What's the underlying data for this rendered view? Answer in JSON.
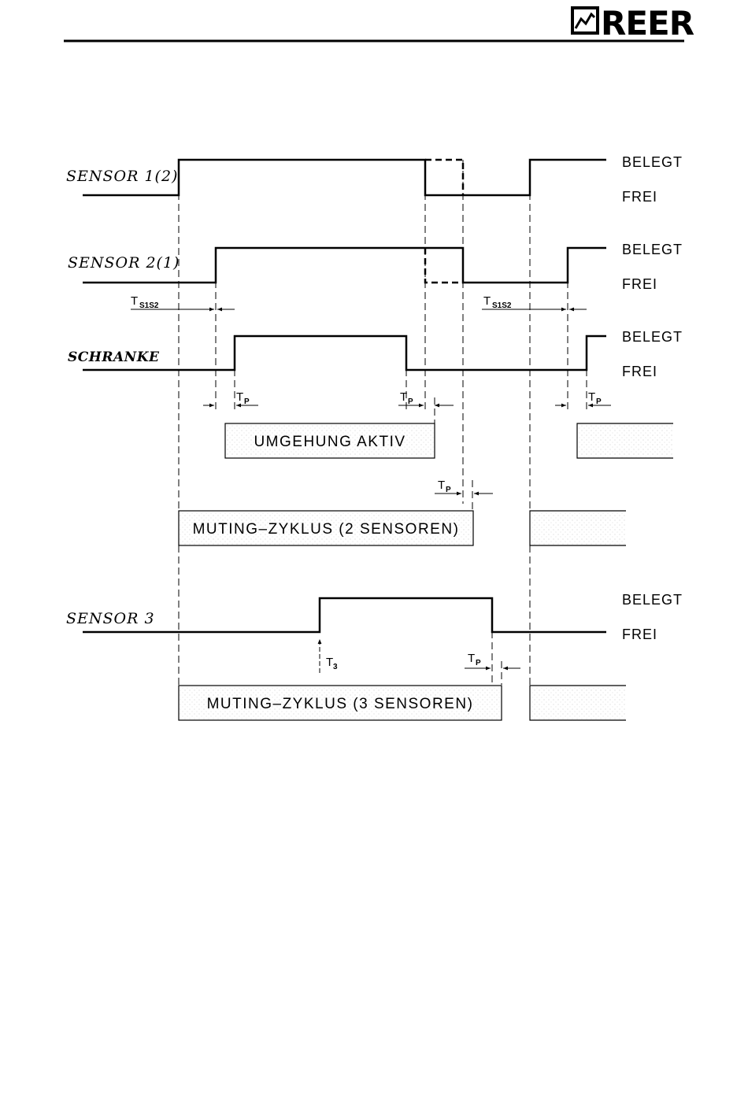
{
  "header": {
    "logo_text": "REER"
  },
  "signals": [
    {
      "label": "SENSOR  1(2)",
      "high_state": "BELEGT",
      "low_state": "FREI"
    },
    {
      "label": "SENSOR  2(1)",
      "high_state": "BELEGT",
      "low_state": "FREI"
    },
    {
      "label": "SCHRANKE",
      "high_state": "BELEGT",
      "low_state": "FREI"
    },
    {
      "label": "SENSOR  3",
      "high_state": "BELEGT",
      "low_state": "FREI"
    }
  ],
  "timings": {
    "t_symbol": "T",
    "s1s2_sub": "S1S2",
    "p_sub": "P",
    "three_sub": "3"
  },
  "boxes": {
    "umgehung": "UMGEHUNG  AKTIV",
    "muting2": "MUTING–ZYKLUS  (2  SENSOREN)",
    "muting3": "MUTING–ZYKLUS  (3  SENSOREN)"
  }
}
